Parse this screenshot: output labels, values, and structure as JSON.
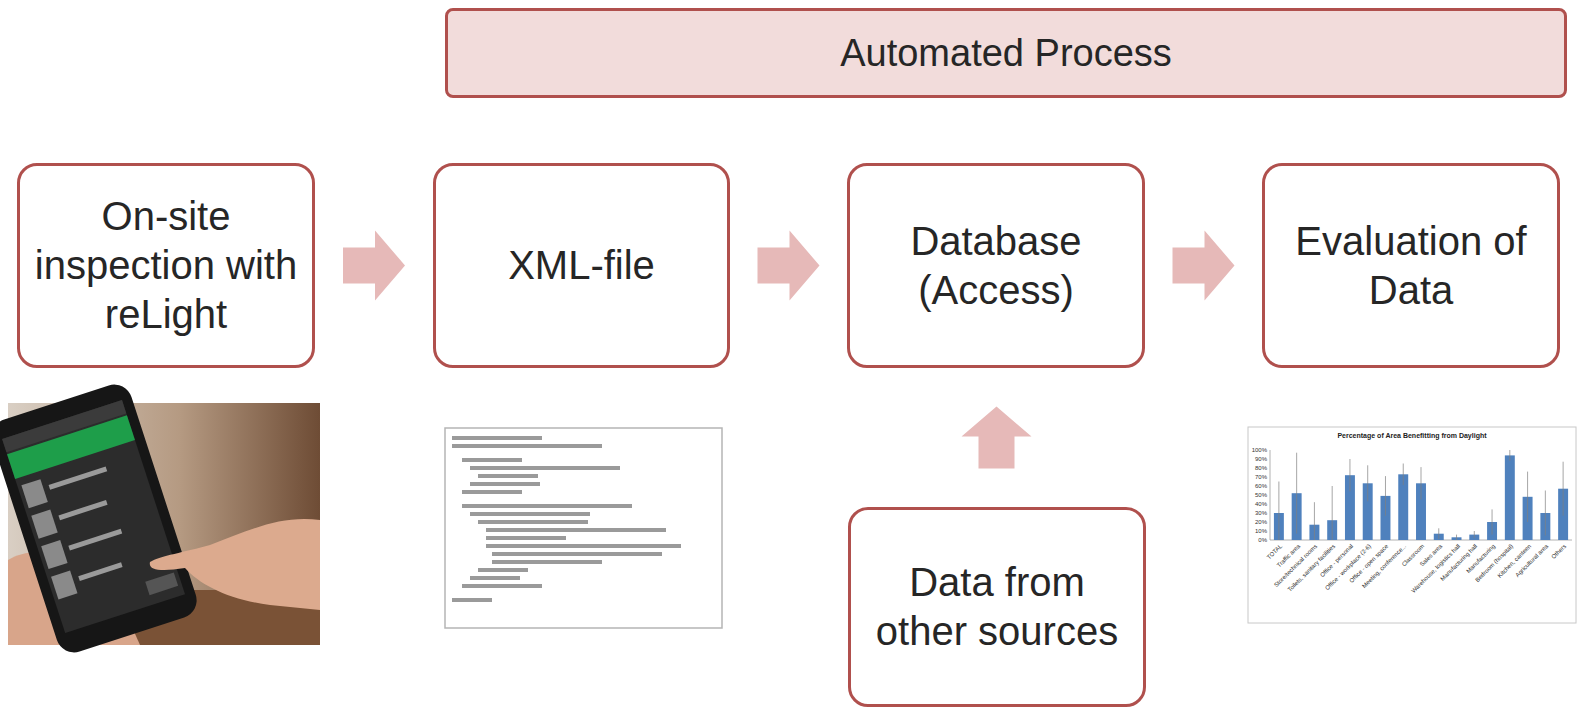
{
  "diagram": {
    "nodes": [
      {
        "text": [
          "Automated Process"
        ]
      },
      {
        "text": [
          "On-site inspection with reLight"
        ]
      },
      {
        "text": [
          "XML-file"
        ]
      },
      {
        "text": [
          "Database (Access)"
        ]
      },
      {
        "text": [
          "Evaluation of Data"
        ]
      },
      {
        "text": [
          "Data from other sources"
        ]
      }
    ],
    "edges": [
      {
        "from": 1,
        "to": 2,
        "arrow": "to"
      },
      {
        "from": 2,
        "to": 3,
        "arrow": "to"
      },
      {
        "from": 3,
        "to": 4,
        "arrow": "to"
      },
      {
        "from": 5,
        "to": 3,
        "arrow": "to"
      }
    ],
    "labels": [
      "Percentage of Area Benefitting from Daylight",
      "0%",
      "10%",
      "20%",
      "30%",
      "40%",
      "50%",
      "60%",
      "70%",
      "80%",
      "90%",
      "100%",
      "TOTAL",
      "Traffic area",
      "Store/technical rooms",
      "Toilets, sanitary facilities",
      "Office - personal",
      "Office - workplace (2-6)",
      "Office - open space",
      "Meeting, conference...",
      "Classroom",
      "Sales area",
      "Warehouse, logistics hall",
      "Manufacturing hall",
      "Manufacturing",
      "Bedroom (hospital)",
      "Kitchen, canteen",
      "Agricultural area",
      "Others"
    ]
  }
}
